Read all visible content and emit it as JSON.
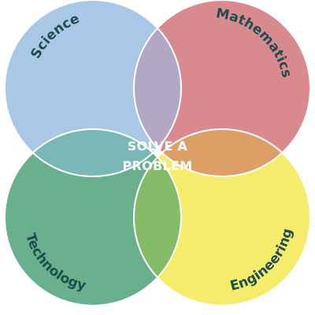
{
  "diagram": {
    "circles": [
      {
        "label": "Science",
        "color": "#a9c8e6"
      },
      {
        "label": "Mathematics",
        "color": "#d98a8f"
      },
      {
        "label": "Technology",
        "color": "#69b08f"
      },
      {
        "label": "Engineering",
        "color": "#f5ec6c"
      }
    ],
    "overlap_colors": {
      "science_mathematics": "#b2a8c3",
      "science_technology": "#7ab8b8",
      "mathematics_engineering": "#de9f67",
      "technology_engineering": "#84bc68",
      "science_mathematics_technology": "#7aa6a6",
      "science_mathematics_engineering": "#b1aba0",
      "science_technology_engineering": "#7ab89a",
      "mathematics_technology_engineering": "#6f9653",
      "all_four": "#74a59a"
    },
    "center": {
      "line1": "SOLVE A",
      "line2": "PROBLEM"
    }
  }
}
